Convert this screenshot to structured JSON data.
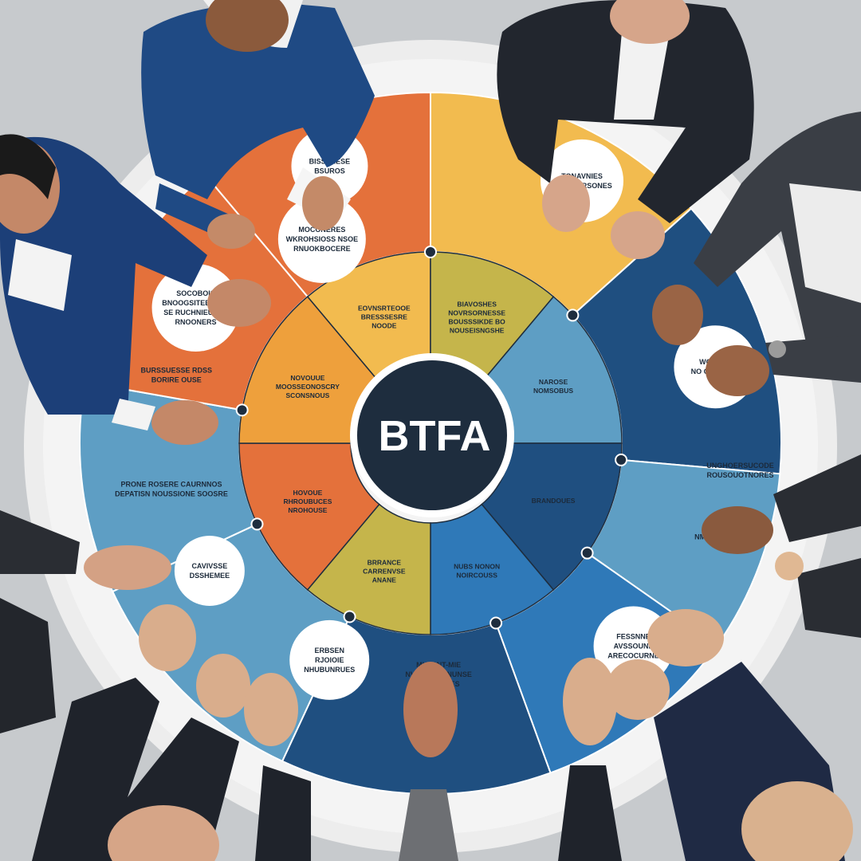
{
  "center_label": "BTFA",
  "outer_labels": [
    [
      "BISSSHESE",
      "BSUROS"
    ],
    [
      "TONAVNIES",
      "SUCRSERSONES"
    ],
    [
      "WOSARE",
      "NO OSARAEO"
    ],
    [
      "UNGHOERSUCODE",
      "ROUSOUOTNORES"
    ],
    [
      "NMISSSUMES"
    ],
    [
      "FESSNNE",
      "AVSSOUNE",
      "ARECOCURNE"
    ],
    [
      "MIOISNT-MIE",
      "NVOSMOUTNUNSE",
      "ROUTIEGES"
    ],
    [
      "ERBSEN",
      "RJOIOIE",
      "NHUBUNRUES"
    ],
    [
      "CAVIVSSE",
      "DSSHEMEE"
    ],
    [
      "PRONE ROSERE CAURNNOS",
      "DEPATISN NOUSSIONE SOOSRE"
    ],
    [
      "BURSSUESSE RDSS",
      "BORIRE OUSE"
    ],
    [
      "SOCOBOIS",
      "BNOOGSITEERESE",
      "SE RUCHNIEURSE",
      "RNOONERS"
    ],
    [
      "MOCONERES",
      "WKROHSIOSS NSOE",
      "RNUOKBOCERE"
    ]
  ],
  "inner_labels": [
    [
      "EOVNSRTEOOE",
      "BRESSSESRE",
      "NOODE"
    ],
    [
      "BIAVOSHES",
      "NOVRSORNESSE",
      "BOUSSSIKDE BO",
      "NOUSEISNGSHE"
    ],
    [
      "NAROSE",
      "NOMSOBUS"
    ],
    [
      "BRANDOUES"
    ],
    [
      "NUBS NONON",
      "NOIRCOUSS"
    ],
    [
      "BRRANCE",
      "CARRENVSE",
      "ANANE"
    ],
    [
      "HOVOUE",
      "RHROUBUCES",
      "NROHOUSE"
    ],
    [
      "NOVOUUE",
      "MOOSSEONOSCRY",
      "SCONSNOUS"
    ]
  ],
  "colors": {
    "orange": "#e4713b",
    "amber": "#eea03c",
    "yellow": "#f2bb4f",
    "olive": "#c5b54b",
    "teal": "#5e9ec4",
    "blue": "#2f79b8",
    "navy": "#1f4f80",
    "dark": "#1e2d3e",
    "table_rim": "#ececec"
  }
}
